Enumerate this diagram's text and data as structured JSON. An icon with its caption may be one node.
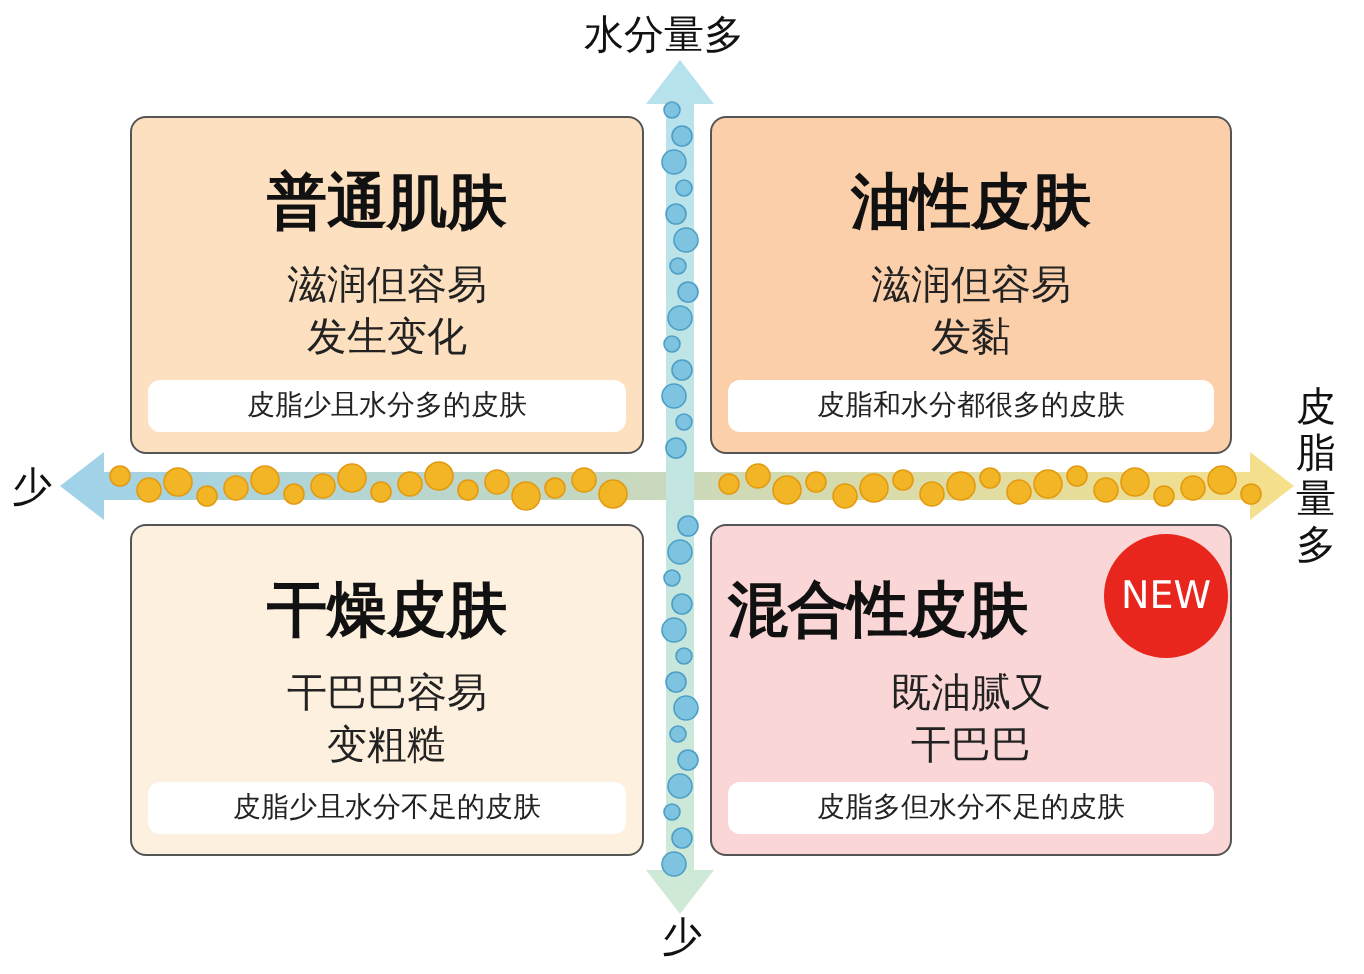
{
  "diagram": {
    "nodes": [
      {
        "text": [
          "普通肌肤",
          "滋润但容易发生变化"
        ]
      },
      {
        "text": [
          "皮脂少且水分多的皮肤"
        ],
        "in": 0
      },
      {
        "text": [
          "油性皮肤",
          "滋润但容易发黏"
        ]
      },
      {
        "text": [
          "皮脂和水分都很多的皮肤"
        ],
        "in": 2
      },
      {
        "text": [
          "干燥皮肤",
          "干巴巴容易变粗糙"
        ]
      },
      {
        "text": [
          "皮脂少且水分不足的皮肤"
        ],
        "in": 4
      },
      {
        "text": [
          "混合性皮肤",
          "既油腻又干巴巴"
        ]
      },
      {
        "text": [
          "NEW"
        ],
        "in": 6
      },
      {
        "text": [
          "皮脂多但水分不足的皮肤"
        ],
        "in": 6
      }
    ],
    "edges": [],
    "labels": [
      "水分量多",
      "少",
      "皮脂量多",
      "少"
    ]
  }
}
